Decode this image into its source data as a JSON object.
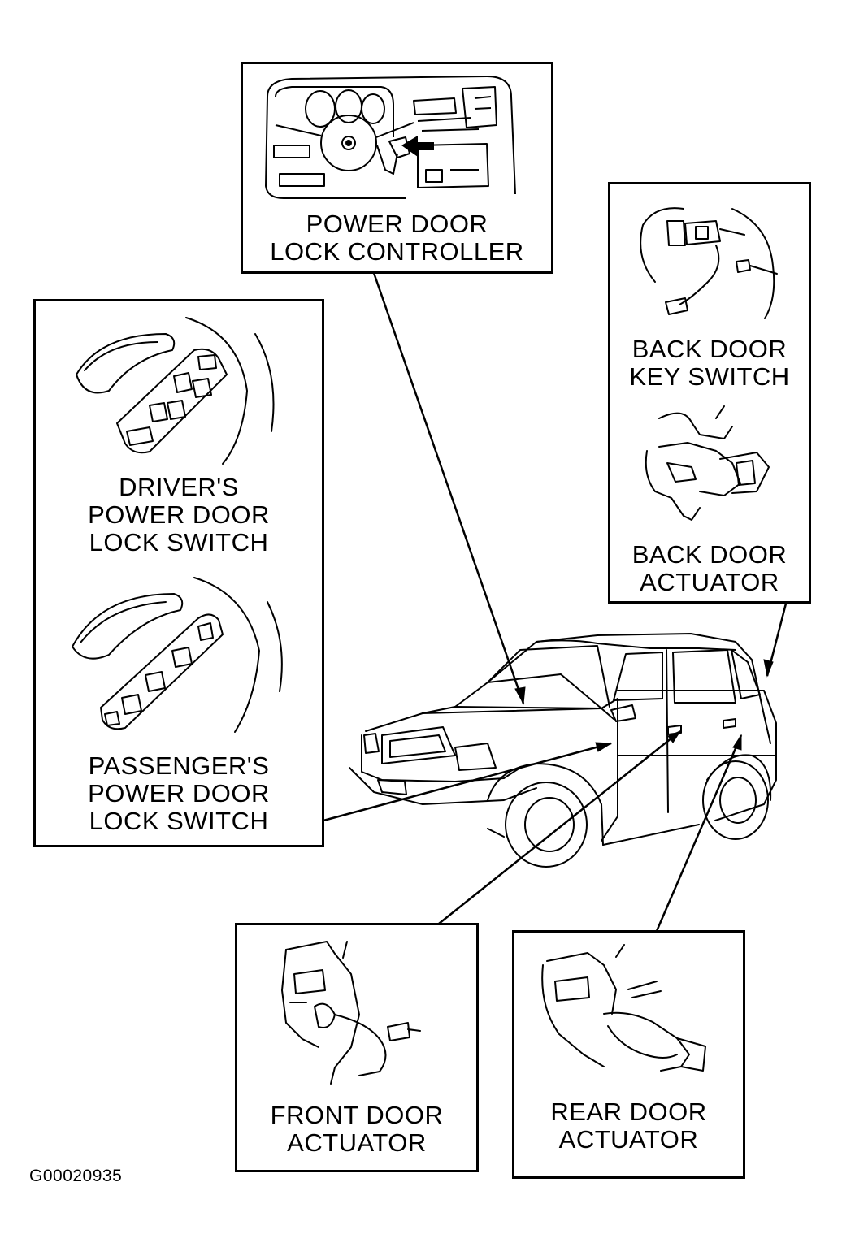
{
  "diagram": {
    "callouts": {
      "controller": [
        "POWER DOOR",
        "LOCK CONTROLLER"
      ],
      "back_key_switch": [
        "BACK DOOR",
        "KEY SWITCH"
      ],
      "back_actuator": [
        "BACK DOOR",
        "ACTUATOR"
      ],
      "driver_switch": [
        "DRIVER'S",
        "POWER DOOR",
        "LOCK SWITCH"
      ],
      "passenger_switch": [
        "PASSENGER'S",
        "POWER DOOR",
        "LOCK SWITCH"
      ],
      "front_actuator": [
        "FRONT DOOR",
        "ACTUATOR"
      ],
      "rear_actuator": [
        "REAR DOOR",
        "ACTUATOR"
      ]
    },
    "figure_id": "G00020935"
  }
}
